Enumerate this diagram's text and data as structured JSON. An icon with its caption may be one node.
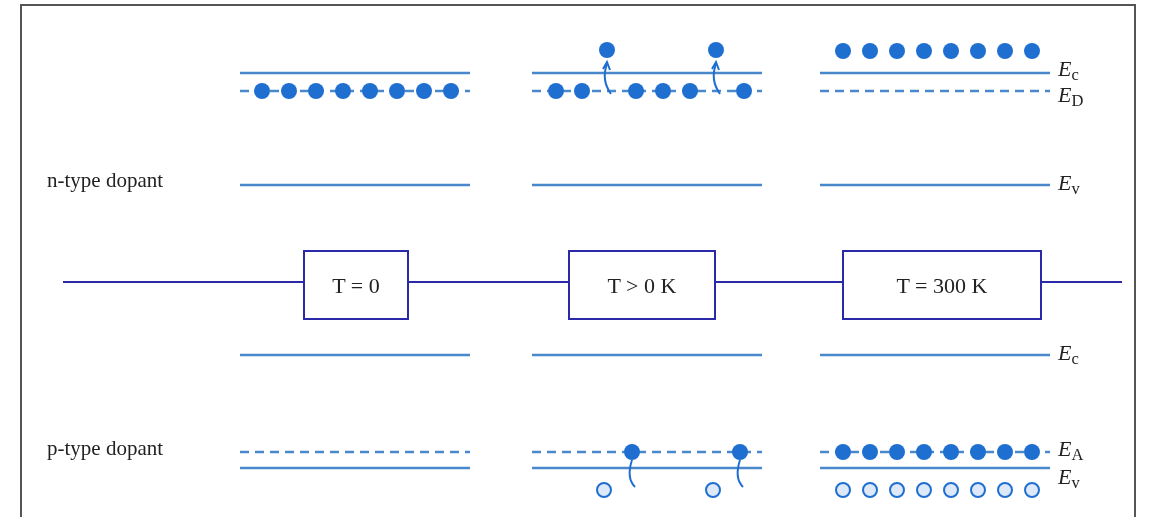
{
  "diagram": {
    "nodes": [
      {
        "text": [
          "T = 0"
        ]
      },
      {
        "text": [
          "T > 0 K"
        ]
      },
      {
        "text": [
          "T = 300 K"
        ]
      }
    ],
    "edges": [
      {
        "from": null,
        "to": 0,
        "arrow": "none"
      },
      {
        "from": 0,
        "to": 1,
        "arrow": "none"
      },
      {
        "from": 1,
        "to": 2,
        "arrow": "none"
      },
      {
        "from": 2,
        "to": null,
        "arrow": "none"
      }
    ],
    "labels": [
      "*E*$_{c}$",
      "*E*$_{D}$",
      "n-type dopant",
      "*E*$_{v}$",
      "*E*$_{c}$",
      "p-type dopant",
      "*E*$_{A}$",
      "*E*$_{v}$"
    ]
  }
}
